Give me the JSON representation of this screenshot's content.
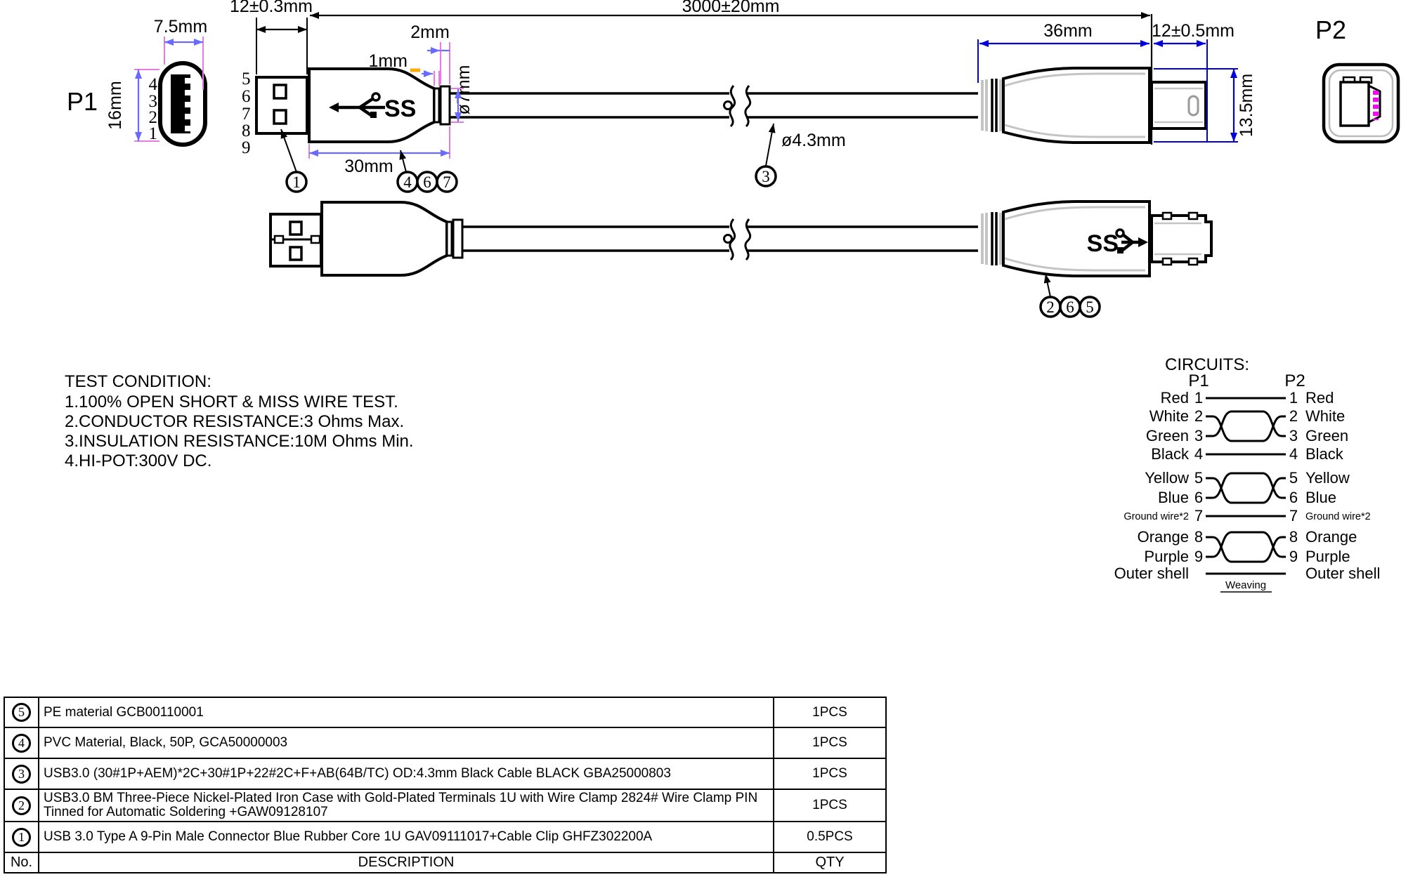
{
  "labels": {
    "p1": "P1",
    "p2": "P2"
  },
  "dims": {
    "p1_width": "7.5mm",
    "p1_height": "16mm",
    "a_shell": "12±0.3mm",
    "cable_length": "3000±20mm",
    "a_body": "30mm",
    "band2": "2mm",
    "band1": "1mm",
    "boot_dia": "ø7mm",
    "cable_dia": "ø4.3mm",
    "b_body": "36mm",
    "b_plug": "12±0.5mm",
    "b_height": "13.5mm"
  },
  "p1_pins": {
    "left": [
      "4",
      "3",
      "2",
      "1"
    ],
    "right": [
      "5",
      "6",
      "7",
      "8",
      "9"
    ]
  },
  "logo": {
    "ss": "SS"
  },
  "callouts": {
    "row1": [
      "1",
      "4",
      "6",
      "7"
    ],
    "cable": "3",
    "row2": [
      "2",
      "6",
      "5"
    ]
  },
  "test_condition": {
    "title": "TEST CONDITION:",
    "lines": [
      "1.100% OPEN SHORT & MISS WIRE TEST.",
      "2.CONDUCTOR RESISTANCE:3 Ohms Max.",
      "3.INSULATION RESISTANCE:10M Ohms Min.",
      "4.HI-POT:300V DC."
    ]
  },
  "circuits": {
    "title": "CIRCUITS:",
    "col_p1": "P1",
    "col_p2": "P2",
    "weaving": "Weaving",
    "rows": [
      {
        "left": "Red",
        "lpin": "1",
        "rpin": "1",
        "right": "Red",
        "type": "straight"
      },
      {
        "left": "White",
        "lpin": "2",
        "rpin": "2",
        "right": "White",
        "type": "twist"
      },
      {
        "left": "Green",
        "lpin": "3",
        "rpin": "3",
        "right": "Green",
        "type": "twist"
      },
      {
        "left": "Black",
        "lpin": "4",
        "rpin": "4",
        "right": "Black",
        "type": "straight"
      },
      {
        "left": "Yellow",
        "lpin": "5",
        "rpin": "5",
        "right": "Yellow",
        "type": "twist"
      },
      {
        "left": "Blue",
        "lpin": "6",
        "rpin": "6",
        "right": "Blue",
        "type": "twist"
      },
      {
        "left": "Ground wire*2",
        "lpin": "7",
        "rpin": "7",
        "right": "Ground wire*2",
        "type": "straight"
      },
      {
        "left": "Orange",
        "lpin": "8",
        "rpin": "8",
        "right": "Orange",
        "type": "twist"
      },
      {
        "left": "Purple",
        "lpin": "9",
        "rpin": "9",
        "right": "Purple",
        "type": "twist"
      },
      {
        "left": "Outer shell",
        "lpin": "",
        "rpin": "",
        "right": "Outer shell",
        "type": "straight"
      }
    ]
  },
  "table": {
    "headers": {
      "no": "No.",
      "description": "DESCRIPTION",
      "qty": "QTY"
    },
    "rows": [
      {
        "no": "5",
        "desc": "PE material GCB00110001",
        "qty": "1PCS"
      },
      {
        "no": "4",
        "desc": "PVC Material, Black, 50P, GCA50000003",
        "qty": "1PCS"
      },
      {
        "no": "3",
        "desc": "USB3.0 (30#1P+AEM)*2C+30#1P+22#2C+F+AB(64B/TC) OD:4.3mm Black Cable BLACK  GBA25000803",
        "qty": "1PCS"
      },
      {
        "no": "2",
        "desc": "USB3.0 BM Three-Piece Nickel-Plated Iron Case with Gold-Plated Terminals 1U with Wire Clamp  2824# Wire Clamp PIN Tinned for Automatic Soldering +GAW09128107",
        "qty": "1PCS"
      },
      {
        "no": "1",
        "desc": "USB 3.0 Type A 9-Pin Male Connector Blue Rubber Core 1U GAV09111017+Cable Clip GHFZ302200A",
        "qty": "0.5PCS"
      }
    ]
  },
  "colors": {
    "line_black": "#000000",
    "dim_blue": "#0000dd",
    "dim_lightblue": "#6a6aff",
    "ext_magenta": "#e87ae8",
    "tick_orange": "#ffaa00",
    "pin_magenta": "#ff00ff",
    "contour_gray": "#c4c4c4"
  }
}
